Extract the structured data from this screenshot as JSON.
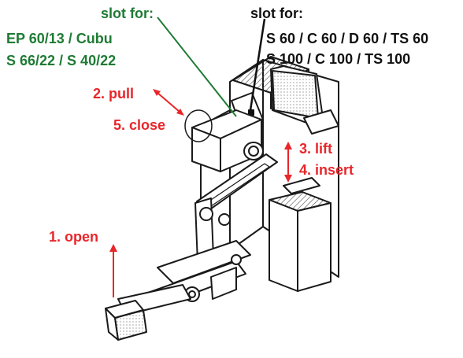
{
  "labels": {
    "green_slot_title": "slot for:",
    "green_slot_line1": "EP 60/13 / Cubu",
    "green_slot_line2": "S 66/22 / S 40/22",
    "black_slot_title": "slot for:",
    "black_slot_line1": "S 60 / C 60 / D 60 / TS 60",
    "black_slot_line2": "S 100 / C 100 / TS 100"
  },
  "steps": [
    {
      "number": "1.",
      "text": "open"
    },
    {
      "number": "2.",
      "text": "pull"
    },
    {
      "number": "3.",
      "text": "lift"
    },
    {
      "number": "4.",
      "text": "insert"
    },
    {
      "number": "5.",
      "text": "close"
    }
  ],
  "colors": {
    "step_red": "#e8262a",
    "green_slot": "#1e7b34",
    "black_slot": "#111111",
    "outline": "#1a1a1a",
    "hatch": "#555555"
  }
}
